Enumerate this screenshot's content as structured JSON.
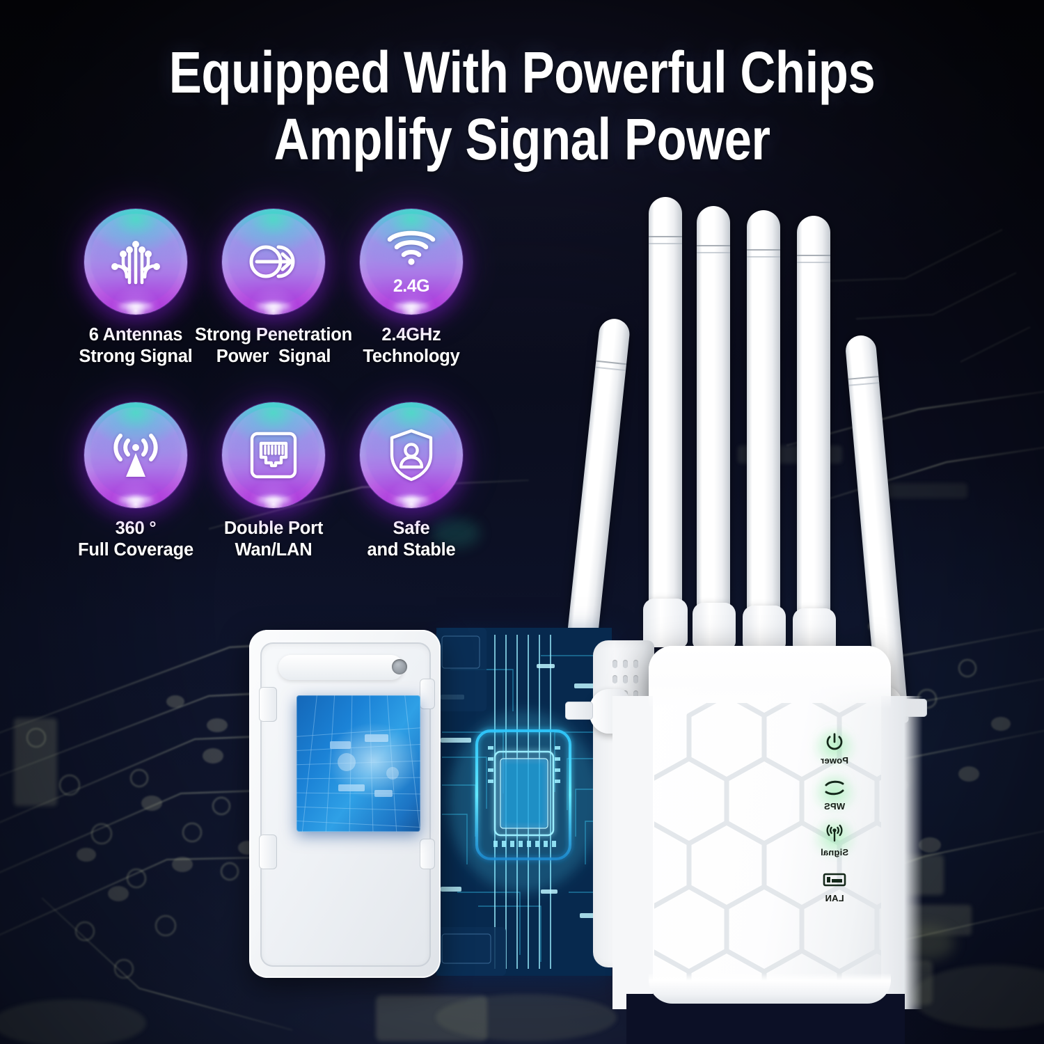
{
  "meta": {
    "kind": "product-marketing-banner",
    "product": "WiFi Range Extender / Signal Booster"
  },
  "headline": {
    "line1": "Equipped With Powerful Chips",
    "line2": "Amplify Signal Power"
  },
  "features": {
    "rows": [
      [
        {
          "icon": "circuit-antenna-icon",
          "caption_line1": "6 Antennas",
          "caption_line2": "Strong Signal",
          "icon_text": ""
        },
        {
          "icon": "penetration-arrow-icon",
          "caption_line1": "Strong Penetration",
          "caption_line2": "Power  Signal",
          "icon_text": ""
        },
        {
          "icon": "wifi-icon",
          "caption_line1": "2.4GHz",
          "caption_line2": "Technology",
          "icon_text": "2.4G"
        }
      ],
      [
        {
          "icon": "radio-tower-icon",
          "caption_line1": "360 °",
          "caption_line2": "Full Coverage",
          "icon_text": ""
        },
        {
          "icon": "ethernet-port-icon",
          "caption_line1": "Double Port",
          "caption_line2": "Wan/LAN",
          "icon_text": ""
        },
        {
          "icon": "shield-person-icon",
          "caption_line1": "Safe",
          "caption_line2": "and Stable",
          "icon_text": ""
        }
      ]
    ]
  },
  "device": {
    "antenna_count_top": 4,
    "antenna_count_side": 2,
    "leds": [
      {
        "icon": "power-icon",
        "label": "Power"
      },
      {
        "icon": "wps-icon",
        "label": "WPS"
      },
      {
        "icon": "signal-icon",
        "label": "Signal"
      },
      {
        "icon": "lan-icon",
        "label": "LAN"
      }
    ]
  },
  "colors": {
    "background_dark": "#0a0c1c",
    "background_navy": "#101a33",
    "headline_text": "#ffffff",
    "badge_top": "#2fd8c4",
    "badge_mid": "#9b93e8",
    "badge_bottom": "#8f1ec4",
    "caption_text": "#ffffff",
    "led_green": "#3fc45f",
    "device_white": "#ffffff",
    "chip_cyan": "#35d2f5",
    "screen_blue": "#1b82d6",
    "pcb_trace": "#9aa089"
  }
}
